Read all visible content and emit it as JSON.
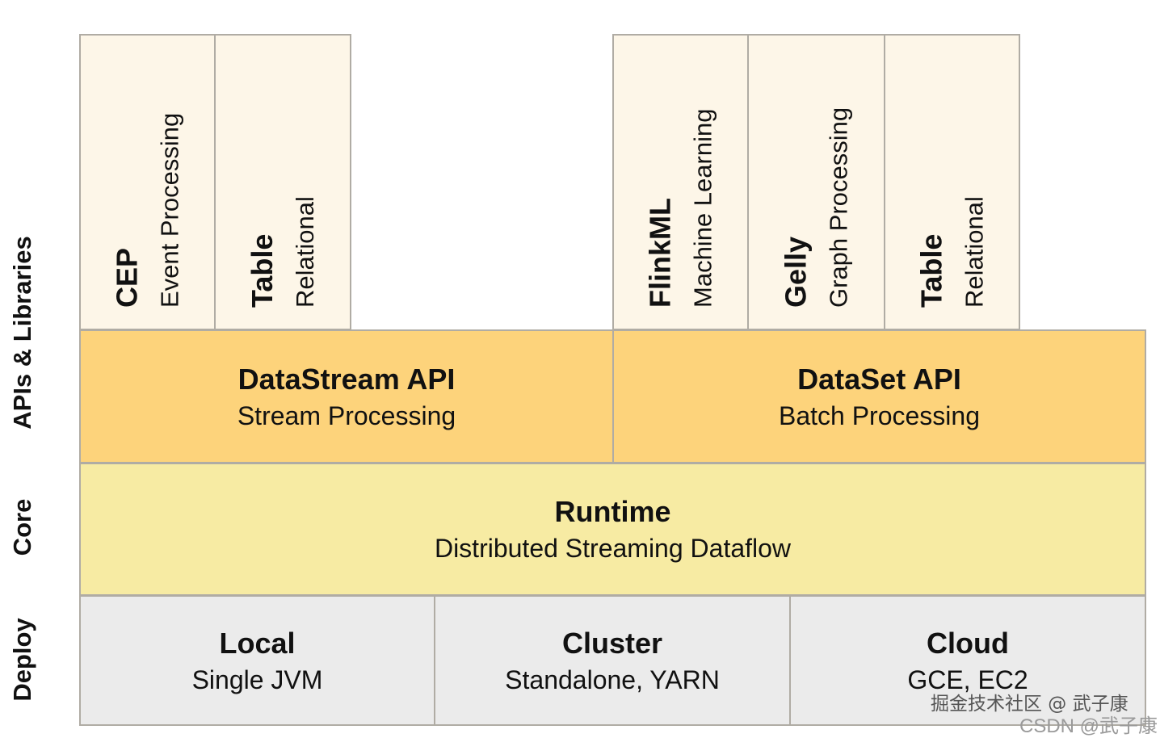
{
  "side_labels": {
    "apis": "APIs & Libraries",
    "core": "Core",
    "deploy": "Deploy"
  },
  "libraries": [
    {
      "title": "CEP",
      "subtitle": "Event Processing"
    },
    {
      "title": "Table",
      "subtitle": "Relational"
    },
    {
      "title": "FlinkML",
      "subtitle": "Machine Learning"
    },
    {
      "title": "Gelly",
      "subtitle": "Graph Processing"
    },
    {
      "title": "Table",
      "subtitle": "Relational"
    }
  ],
  "apis": [
    {
      "title": "DataStream API",
      "subtitle": "Stream Processing"
    },
    {
      "title": "DataSet API",
      "subtitle": "Batch Processing"
    }
  ],
  "runtime": {
    "title": "Runtime",
    "subtitle": "Distributed Streaming Dataflow"
  },
  "deploy": [
    {
      "title": "Local",
      "subtitle": "Single JVM"
    },
    {
      "title": "Cluster",
      "subtitle": "Standalone, YARN"
    },
    {
      "title": "Cloud",
      "subtitle": "GCE, EC2"
    }
  ],
  "watermarks": {
    "juejin": "掘金技术社区 @ 武子康",
    "csdn": "CSDN @武子康"
  },
  "colors": {
    "library": "#fdf6e8",
    "api": "#fdd37b",
    "runtime": "#f7eba3",
    "deploy": "#ebebeb",
    "border": "#b0aca4"
  }
}
